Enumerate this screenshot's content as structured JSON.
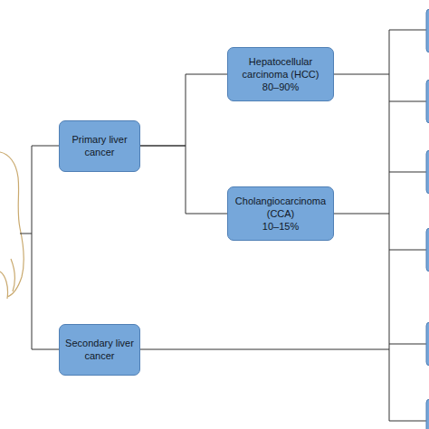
{
  "diagram": {
    "nodes": [
      {
        "text": [
          "Primary liver cancer"
        ]
      },
      {
        "text": [
          "Hepatocellular carcinoma (HCC)",
          "80–90%"
        ]
      },
      {
        "text": [
          "Cholangiocarcinoma (CCA)",
          "10–15%"
        ]
      },
      {
        "text": [
          "Secondary liver cancer"
        ]
      }
    ],
    "edges": [
      {
        "from": 0,
        "to": 1,
        "arrow": "none"
      },
      {
        "from": 0,
        "to": 2,
        "arrow": "none"
      }
    ]
  }
}
